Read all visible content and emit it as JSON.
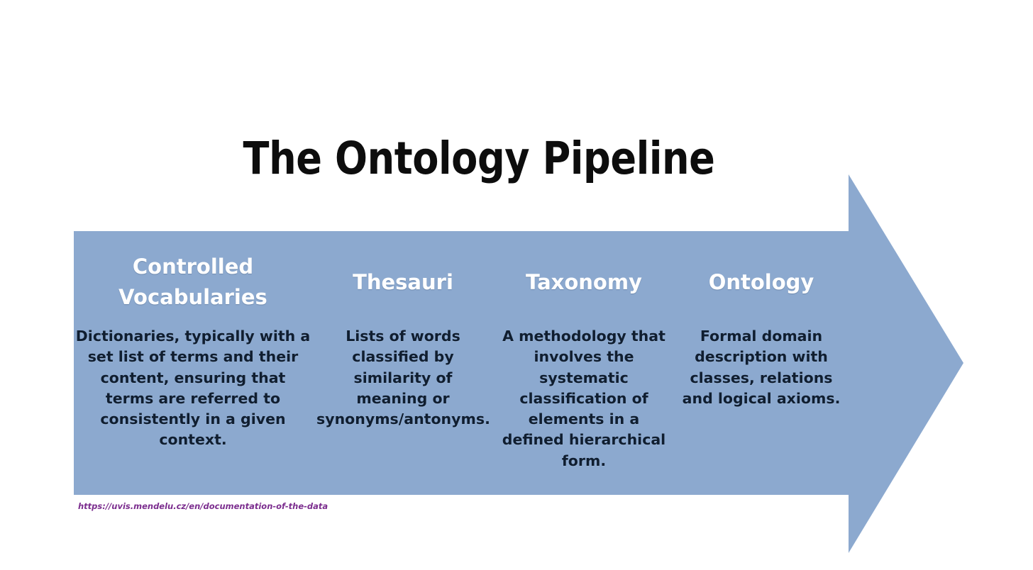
{
  "slide": {
    "title": "The Ontology Pipeline",
    "background_color": "#ffffff",
    "arrow_fill_color": "#8CA9CF",
    "heading_color": "#ffffff",
    "body_text_color": "#101e30",
    "title_color": "#0d0d0d",
    "source_url_color": "#7b2d8e"
  },
  "pipeline": {
    "stages": [
      {
        "heading": "Controlled Vocabularies",
        "body": "Dictionaries, typically with a set list of terms and their content, ensuring that terms are referred to consistently in a given context."
      },
      {
        "heading": "Thesauri",
        "body": "Lists of words classified by similarity of meaning or synonyms/antonyms."
      },
      {
        "heading": "Taxonomy",
        "body": "A methodology that involves the systematic classification of elements in a defined hierarchical form."
      },
      {
        "heading": "Ontology",
        "body": "Formal domain description with classes, relations and logical axioms."
      }
    ]
  },
  "footer": {
    "source_url": "https://uvis.mendelu.cz/en/documentation-of-the-data"
  }
}
